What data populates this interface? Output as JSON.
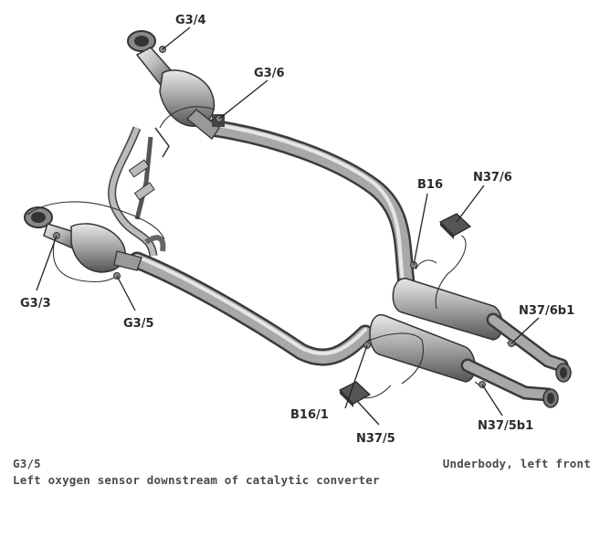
{
  "labels": {
    "g3_4": "G3/4",
    "g3_6": "G3/6",
    "b16": "B16",
    "n37_6": "N37/6",
    "g3_3": "G3/3",
    "g3_5": "G3/5",
    "n37_6b1": "N37/6b1",
    "b16_1": "B16/1",
    "n37_5": "N37/5",
    "n37_5b1": "N37/5b1"
  },
  "caption": {
    "code": "G3/5",
    "description": "Left oxygen sensor downstream of catalytic converter",
    "location": "Underbody, left front"
  }
}
